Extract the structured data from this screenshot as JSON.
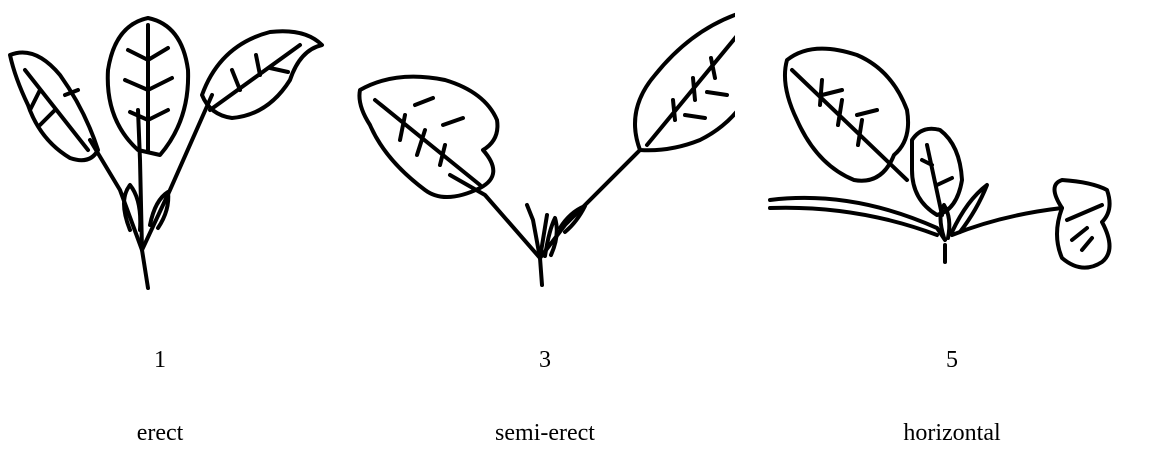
{
  "figure": {
    "panels": [
      {
        "score": "1",
        "label": "erect"
      },
      {
        "score": "3",
        "label": "semi-erect"
      },
      {
        "score": "5",
        "label": "horizontal"
      }
    ]
  }
}
